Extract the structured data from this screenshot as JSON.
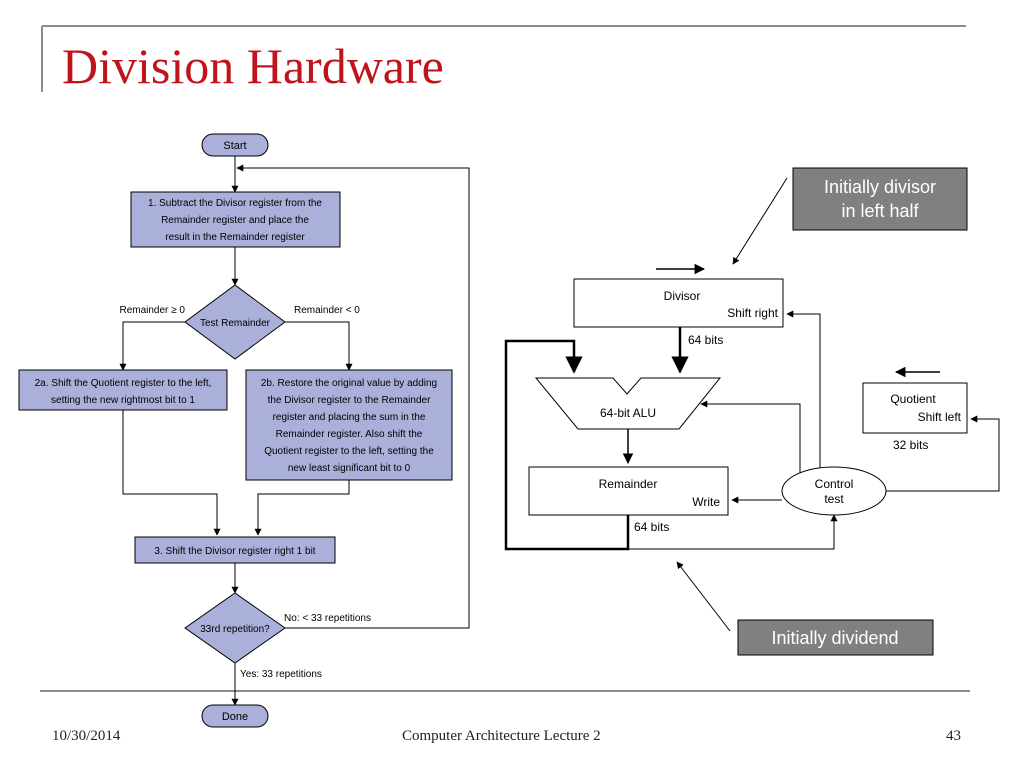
{
  "slide": {
    "title": "Division Hardware",
    "footer": {
      "date": "10/30/2014",
      "course": "Computer Architecture Lecture 2",
      "page": "43"
    }
  },
  "flowchart": {
    "start": "Start",
    "step1": [
      "1.  Subtract the Divisor register from the",
      "Remainder register and place the",
      "result in the Remainder register"
    ],
    "test": "Test Remainder",
    "branch_ge": "Remainder ≥ 0",
    "branch_lt": "Remainder < 0",
    "step2a": [
      "2a.  Shift the Quotient register to the left,",
      "setting the new rightmost bit to 1"
    ],
    "step2b": [
      "2b.  Restore the original value by adding",
      "the Divisor register to the Remainder",
      "register and placing the sum in the",
      "Remainder register. Also shift the",
      "Quotient register to the left, setting the",
      "new least significant bit to 0"
    ],
    "step3": "3.  Shift the Divisor register right 1 bit",
    "repetition_test": "33rd repetition?",
    "no_label": "No: < 33 repetitions",
    "yes_label": "Yes: 33 repetitions",
    "done": "Done"
  },
  "hardware": {
    "divisor_callout": [
      "Initially divisor",
      "in left half"
    ],
    "dividend_callout": "Initially dividend",
    "divisor": {
      "name": "Divisor",
      "action": "Shift right",
      "width": "64 bits"
    },
    "alu": "64-bit ALU",
    "remainder": {
      "name": "Remainder",
      "action": "Write",
      "width": "64 bits"
    },
    "quotient": {
      "name": "Quotient",
      "action": "Shift left",
      "width": "32 bits"
    },
    "control": [
      "Control",
      "test"
    ]
  },
  "colors": {
    "title": "#c0141c",
    "flow_fill": "#aab0da",
    "callout_fill": "#808080",
    "rule": "#8c8c8c"
  }
}
